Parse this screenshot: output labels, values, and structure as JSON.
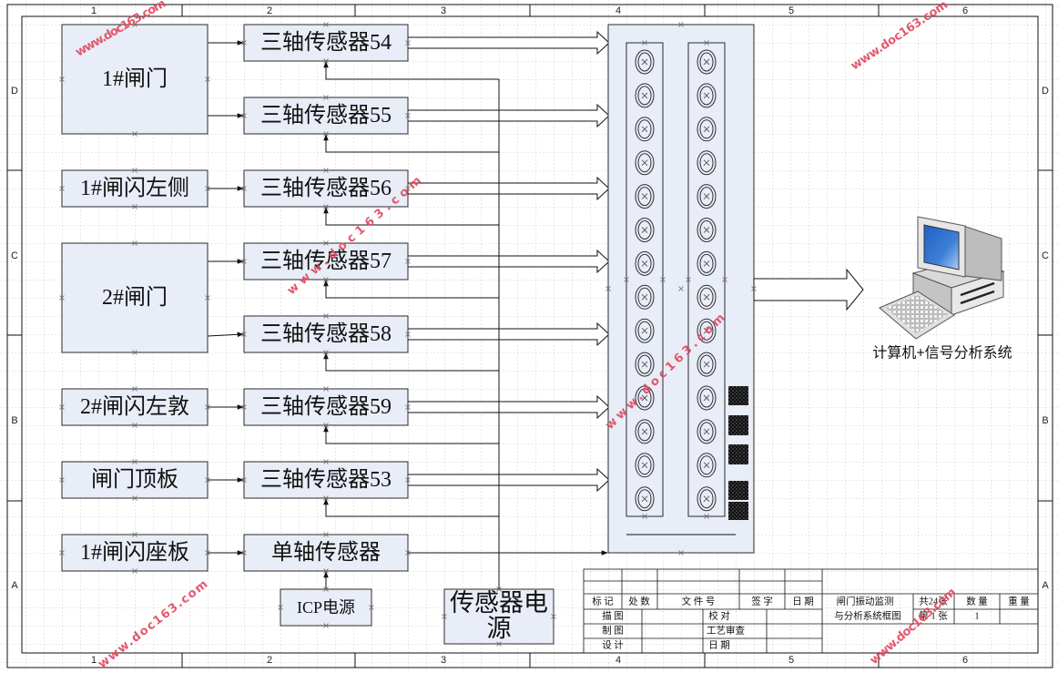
{
  "frame": {
    "columns": [
      "1",
      "2",
      "3",
      "4",
      "5",
      "6"
    ],
    "rows": [
      "D",
      "C",
      "B",
      "A"
    ]
  },
  "sources": [
    {
      "label": "1#闸门"
    },
    {
      "label": "1#闸闪左侧"
    },
    {
      "label": "2#闸门"
    },
    {
      "label": "2#闸闪左敦"
    },
    {
      "label": "闸门顶板"
    },
    {
      "label": "1#闸闪座板"
    }
  ],
  "sensors": [
    {
      "label": "三轴传感器54"
    },
    {
      "label": "三轴传感器55"
    },
    {
      "label": "三轴传感器56"
    },
    {
      "label": "三轴传感器57"
    },
    {
      "label": "三轴传感器58"
    },
    {
      "label": "三轴传感器59"
    },
    {
      "label": "三轴传感器53"
    },
    {
      "label": "单轴传感器"
    }
  ],
  "icp_power": {
    "label": "ICP电源"
  },
  "sensor_power": {
    "lines": [
      "传感器电",
      "源"
    ]
  },
  "computer": {
    "icon": "computer-icon",
    "caption": "计算机+信号分析系统"
  },
  "title_block": {
    "header": [
      "标 记",
      "处 数",
      "文 件 号",
      "签 字",
      "日 期"
    ],
    "roles": [
      {
        "left": "描 图",
        "right": "校 对"
      },
      {
        "left": "制 图",
        "right": "工艺审查"
      },
      {
        "left": "设 计",
        "right": "日 期"
      }
    ],
    "drawing_title": [
      "闸门振动监测",
      "与分析系统框图"
    ],
    "sheet_total": "共24张",
    "quantity_label": "数 量",
    "weight_label": "重 量",
    "sheet_number": "第 1 张",
    "quantity_value": "1"
  },
  "watermark": "www.doc163.com",
  "colors": {
    "box_fill": "#e8edf7",
    "line": "#111111",
    "watermark": "#e0485f",
    "screen": "#3d7fd8"
  }
}
